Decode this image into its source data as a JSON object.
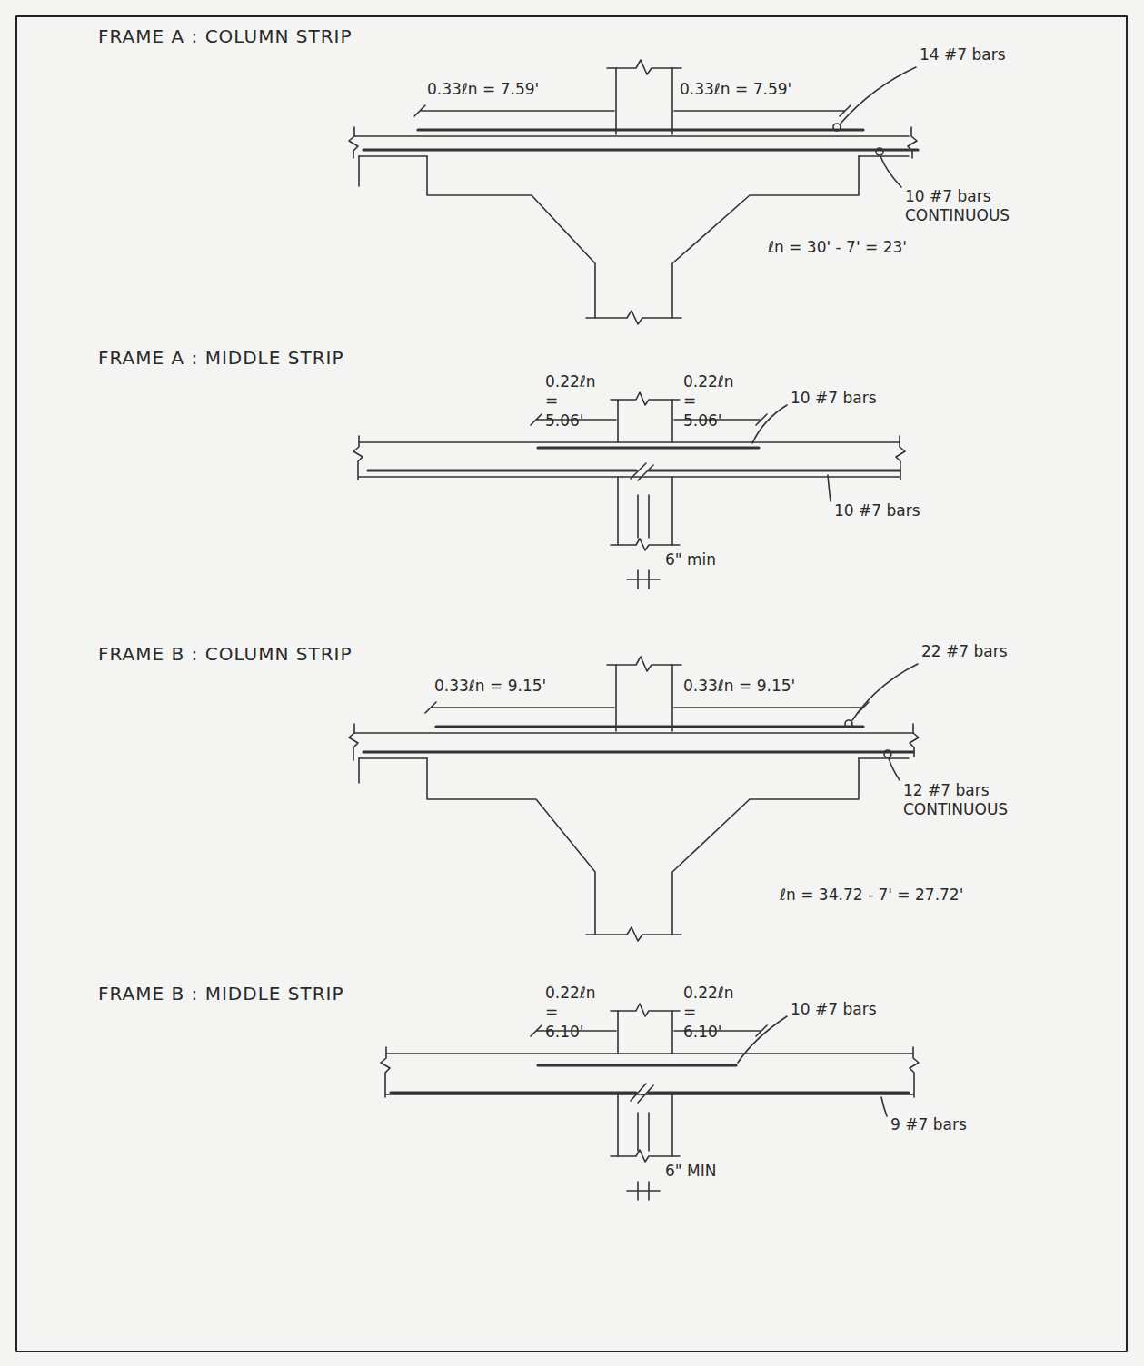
{
  "diagram": {
    "labels": [
      "FRAME A : COLUMN STRIP",
      "0.33ℓn = 7.59'",
      "0.33ℓn = 7.59'",
      "14 #7 bars",
      "10 #7 bars CONTINUOUS",
      "ℓn = 30' - 7' = 23'",
      "FRAME A : MIDDLE STRIP",
      "0.22ℓn = 5.06'",
      "0.22ℓn = 5.06'",
      "10 #7 bars",
      "10 #7 bars",
      "6\" min",
      "FRAME B : COLUMN STRIP",
      "0.33ℓn = 9.15'",
      "0.33ℓn = 9.15'",
      "22 #7 bars",
      "12 #7 bars CONTINUOUS",
      "ℓn = 34.72 - 7' = 27.72'",
      "FRAME B : MIDDLE STRIP",
      "0.22ℓn = 6.10'",
      "0.22ℓn = 6.10'",
      "10 #7 bars",
      "9 #7 bars",
      "6\" MIN"
    ]
  }
}
